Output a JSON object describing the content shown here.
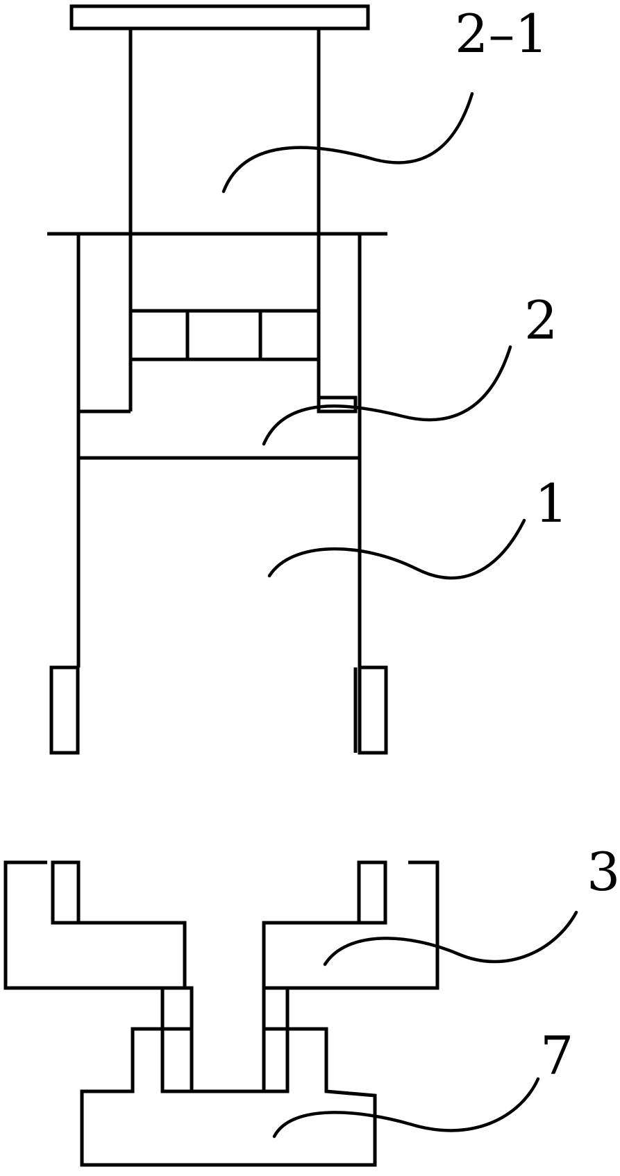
{
  "labels": {
    "part_2_1": "2–1",
    "part_2": "2",
    "part_1": "1",
    "part_3": "3",
    "part_7": "7"
  }
}
